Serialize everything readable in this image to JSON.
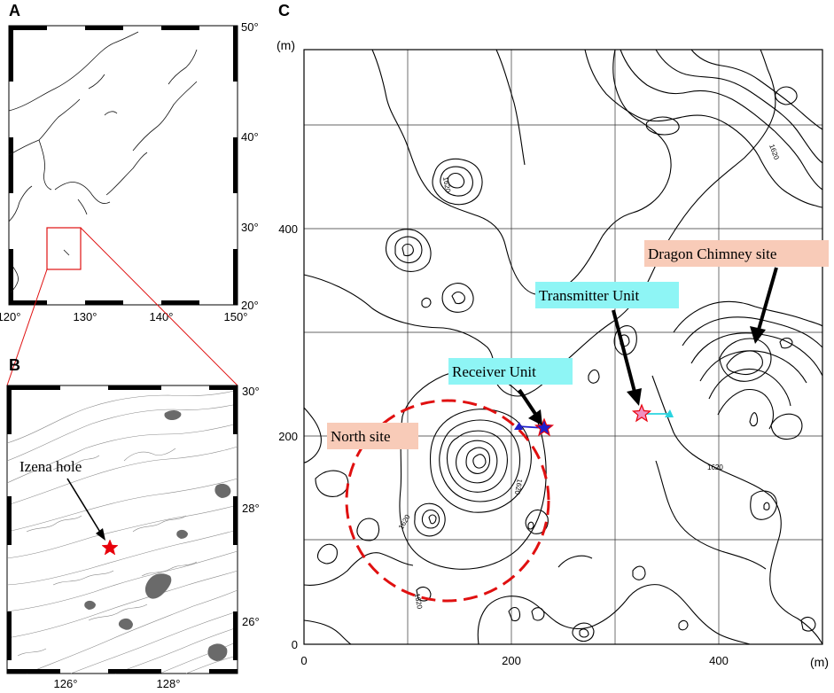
{
  "panel_a": {
    "letter": "A",
    "lat_labels": [
      "50°",
      "40°",
      "30°",
      "20°"
    ],
    "lon_labels": [
      "120°",
      "130°",
      "140°",
      "150°"
    ]
  },
  "panel_b": {
    "letter": "B",
    "lat_labels": [
      "30°",
      "28°",
      "26°"
    ],
    "lon_labels": [
      "126°",
      "128°"
    ],
    "annotation": "Izena hole"
  },
  "panel_c": {
    "letter": "C",
    "y_unit": "(m)",
    "x_unit": "(m)",
    "y_ticks": [
      "400",
      "200",
      "0"
    ],
    "x_ticks": [
      "0",
      "200",
      "400"
    ],
    "contour_labels": [
      "1620",
      "1620",
      "1620",
      "1620",
      "1620",
      "1620"
    ],
    "sites": {
      "north": "North site",
      "dragon": "Dragon Chimney site"
    },
    "units": {
      "receiver": "Receiver Unit",
      "transmitter": "Transmitter Unit"
    }
  },
  "colors": {
    "site_label_bg": "#f8cbb8",
    "unit_label_bg": "#8ef5f5",
    "marker_red": "#e8000b",
    "receiver_blue": "#1f1fcc",
    "transmitter_cyan": "#2ad4e0",
    "circle_red": "#e01010",
    "bathy_dark": "#6a6a6a"
  }
}
